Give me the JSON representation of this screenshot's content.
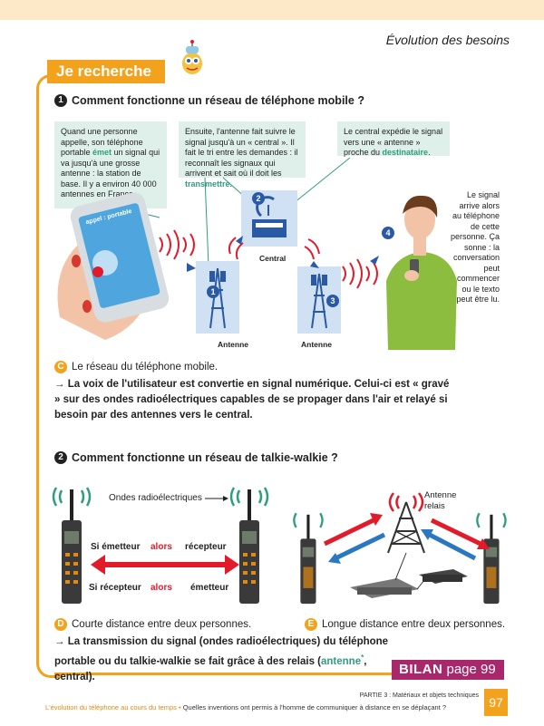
{
  "header": {
    "section_title": "Évolution des besoins"
  },
  "tab_label": "Je recherche",
  "q1": {
    "number": "1",
    "text": "Comment fonctionne un réseau de téléphone mobile ?"
  },
  "bubbles": {
    "b1": {
      "t1": "Quand une personne appelle, son téléphone portable ",
      "em": "émet",
      "t2": " un signal qui va jusqu'à une grosse antenne : la station de base. Il y a environ 40 000 antennes en France."
    },
    "b2": {
      "t1": "Ensuite, l'antenne fait suivre le signal jusqu'à un « central ». Il fait le tri entre les demandes : il reconnaît les signaux qui arrivent et sait où il doit les ",
      "em": "transmettre",
      "t2": "."
    },
    "b3": {
      "t1": "Le central expédie le signal vers une « antenne » proche du ",
      "em": "destinataire",
      "t2": "."
    },
    "b4": {
      "text": "Le signal arrive alors au téléphone de cette personne. Ça sonne : la conversation peut commencer ou le texto peut être lu."
    }
  },
  "diagram1": {
    "phone_screen_text": "appel : portable",
    "label_central": "Central",
    "label_antenne_1": "Antenne",
    "label_antenne_2": "Antenne",
    "steps": [
      "1",
      "2",
      "3",
      "4"
    ]
  },
  "captionC": {
    "letter": "C",
    "text": "Le réseau du téléphone mobile."
  },
  "conclusion1": {
    "arrow": "→",
    "text": "La voix de l'utilisateur est convertie en signal numérique. Celui-ci est « gravé » sur des ondes radioélectriques capables de se propager dans l'air et relayé si besoin par des antennes vers le central."
  },
  "q2": {
    "number": "2",
    "text": "Comment fonctionne un réseau de talkie-walkie ?"
  },
  "diagram2": {
    "ondes_label": "Ondes radioélectriques",
    "left_top": "Si émetteur",
    "alors_top": "alors",
    "right_top": "récepteur",
    "left_bottom": "Si récepteur",
    "alors_bottom": "alors",
    "right_bottom": "émetteur",
    "relay_label_1": "Antenne",
    "relay_label_2": "relais"
  },
  "captionD": {
    "letter": "D",
    "text": "Courte distance entre deux personnes."
  },
  "captionE": {
    "letter": "E",
    "text": "Longue distance entre deux personnes."
  },
  "conclusion2": {
    "arrow": "→",
    "t1": "La transmission du signal (ondes radioélectriques) du téléphone portable ou du talkie-walkie se fait grâce à des relais (",
    "em": "antenne",
    "sup": "*",
    "t2": ", central)."
  },
  "bilan": {
    "word": "BILAN",
    "page": "page 99"
  },
  "footer": {
    "part": "PARTIE 3 : Matériaux et objets techniques",
    "chapter": "L'évolution du téléphone au cours du temps",
    "bullet": "•",
    "question": "Quelles inventions ont permis à l'homme de communiquer à distance en se déplaçant ?",
    "page_number": "97"
  },
  "colors": {
    "orange": "#f3a21d",
    "teal": "#2f9e7e",
    "blue": "#2a5aa6",
    "red": "#e21b2b",
    "bilan": "#a8286b",
    "bubble": "#dff0ea"
  }
}
